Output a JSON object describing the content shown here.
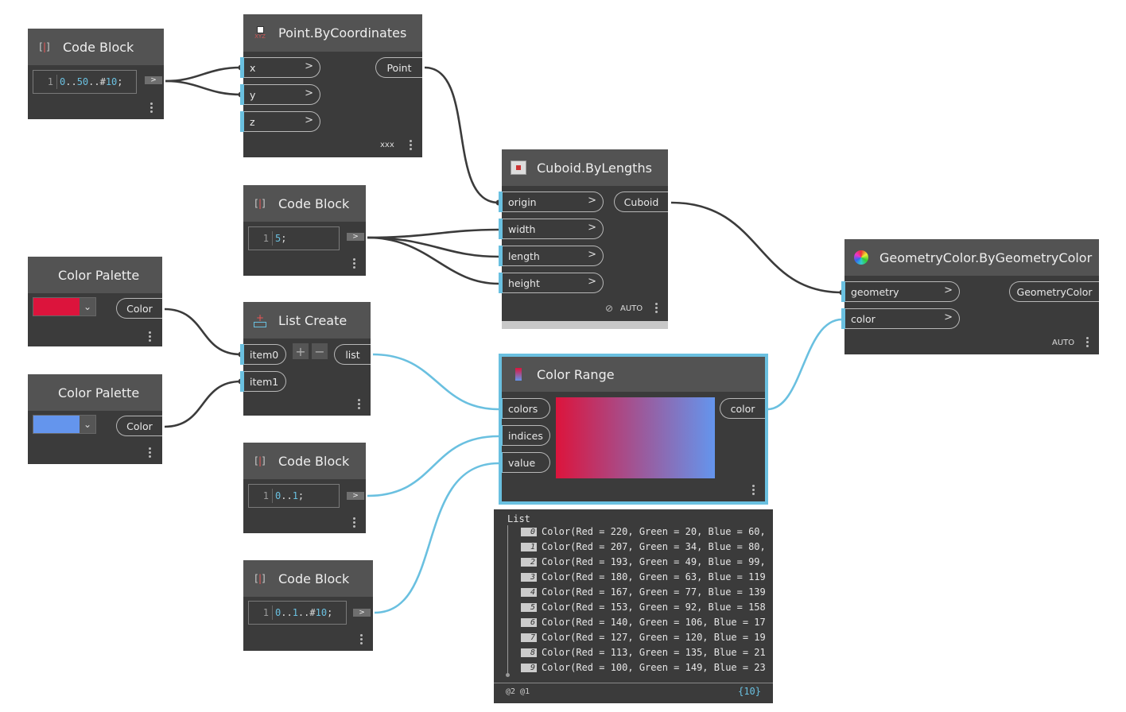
{
  "nodes": {
    "cb1": {
      "title": "Code Block",
      "line": "1",
      "code": [
        "0",
        "..",
        "50",
        "..#",
        "10",
        ";"
      ],
      "out": ">"
    },
    "point": {
      "title": "Point.ByCoordinates",
      "inputs": [
        "x",
        "y",
        "z"
      ],
      "output": "Point",
      "lacing": "xxx",
      "icon_text": "XYZ"
    },
    "cb2": {
      "title": "Code Block",
      "line": "1",
      "code": [
        "5",
        ";"
      ],
      "out": ">"
    },
    "cuboid": {
      "title": "Cuboid.ByLengths",
      "inputs": [
        "origin",
        "width",
        "length",
        "height"
      ],
      "output": "Cuboid",
      "lacing": "AUTO"
    },
    "palette1": {
      "title": "Color Palette",
      "output": "Color",
      "color": "#dc143c",
      "dropdown": "⌄"
    },
    "palette2": {
      "title": "Color Palette",
      "output": "Color",
      "color": "#6495ed",
      "dropdown": "⌄"
    },
    "listcreate": {
      "title": "List Create",
      "inputs": [
        "item0",
        "item1"
      ],
      "output": "list",
      "add": "+",
      "remove": "−"
    },
    "cb3": {
      "title": "Code Block",
      "line": "1",
      "code": [
        "0",
        "..",
        "1",
        ";"
      ],
      "out": ">"
    },
    "cb4": {
      "title": "Code Block",
      "line": "1",
      "code": [
        "0",
        "..",
        "1",
        "..#",
        "10",
        ";"
      ],
      "out": ">"
    },
    "colorrange": {
      "title": "Color Range",
      "inputs": [
        "colors",
        "indices",
        "value"
      ],
      "output": "color",
      "gradient_from": "#dc143c",
      "gradient_to": "#6495ed"
    },
    "geomcolor": {
      "title": "GeometryColor.ByGeometryColor",
      "inputs": [
        "geometry",
        "color"
      ],
      "output": "GeometryColor",
      "lacing": "AUTO"
    }
  },
  "preview": {
    "title": "List",
    "rows": [
      {
        "index": "0",
        "text": "Color(Red = 220, Green = 20, Blue = 60,"
      },
      {
        "index": "1",
        "text": "Color(Red = 207, Green = 34, Blue = 80,"
      },
      {
        "index": "2",
        "text": "Color(Red = 193, Green = 49, Blue = 99,"
      },
      {
        "index": "3",
        "text": "Color(Red = 180, Green = 63, Blue = 119"
      },
      {
        "index": "4",
        "text": "Color(Red = 167, Green = 77, Blue = 139"
      },
      {
        "index": "5",
        "text": "Color(Red = 153, Green = 92, Blue = 158"
      },
      {
        "index": "6",
        "text": "Color(Red = 140, Green = 106, Blue = 17"
      },
      {
        "index": "7",
        "text": "Color(Red = 127, Green = 120, Blue = 19"
      },
      {
        "index": "8",
        "text": "Color(Red = 113, Green = 135, Blue = 21"
      },
      {
        "index": "9",
        "text": "Color(Red = 100, Green = 149, Blue = 23"
      }
    ],
    "levels": "@2 @1",
    "count": "{10}"
  },
  "colors": {
    "wire_default": "#3b3b3b",
    "wire_selected": "#6ac0e0",
    "node_body": "#3b3b3b",
    "node_header": "#535353",
    "port_accent": "#6ac0e0"
  }
}
